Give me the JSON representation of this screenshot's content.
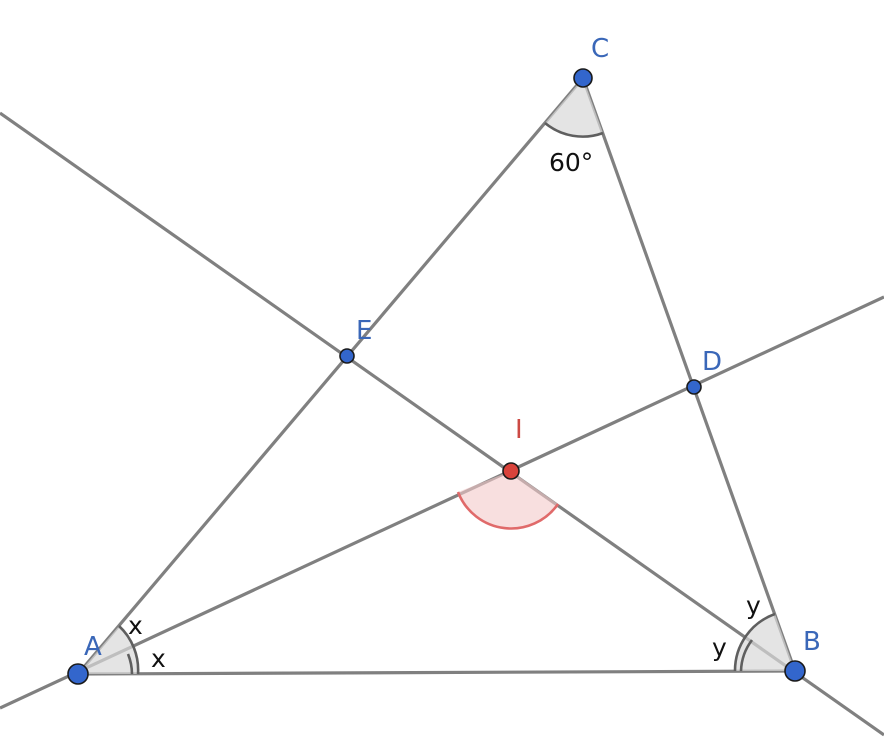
{
  "points": {
    "A": {
      "label": "A"
    },
    "B": {
      "label": "B"
    },
    "C": {
      "label": "C"
    },
    "D": {
      "label": "D"
    },
    "E": {
      "label": "E"
    },
    "I": {
      "label": "I"
    }
  },
  "angles": {
    "C": {
      "label": "60°"
    },
    "A_upper": {
      "label": "x"
    },
    "A_lower": {
      "label": "x"
    },
    "B_upper": {
      "label": "y"
    },
    "B_lower": {
      "label": "y"
    }
  },
  "colors": {
    "point": "#3366cc",
    "incenter": "#d9433b",
    "line": "#808080",
    "label_blue": "#3a67b8",
    "label_red": "#cc4a44"
  }
}
